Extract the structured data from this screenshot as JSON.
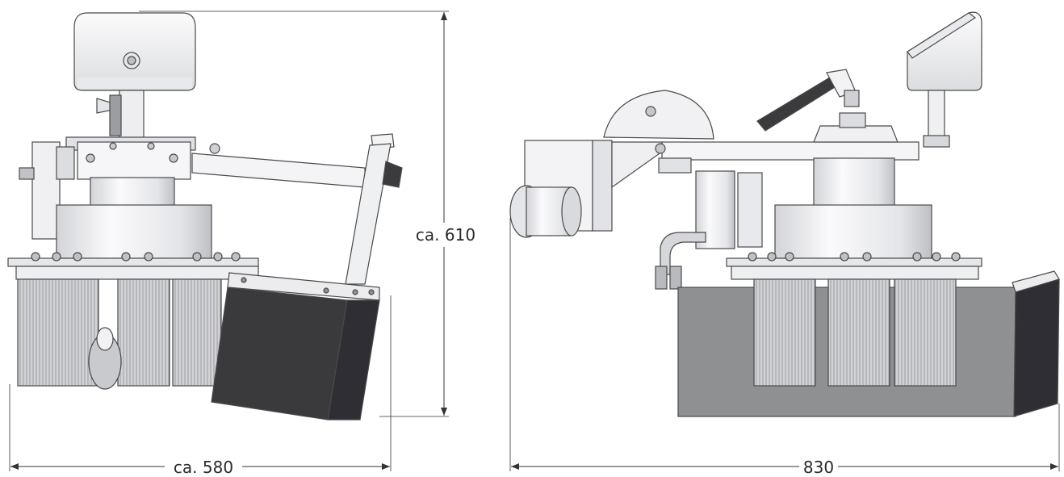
{
  "dimensions": {
    "height_label": "ca. 610",
    "left_width_label": "ca. 580",
    "right_width_label": "830"
  },
  "colors": {
    "line": "#4a4a4a",
    "metal_light": "#f4f4f6",
    "metal_mid": "#d9dade",
    "metal_dark": "#a9abb0",
    "bristle": "#c9cace",
    "shield_dark": "#3a3a3c",
    "shield_side": "#2e2e34",
    "shield_grey": "#8f9092",
    "handle": "#3b3b3d"
  }
}
